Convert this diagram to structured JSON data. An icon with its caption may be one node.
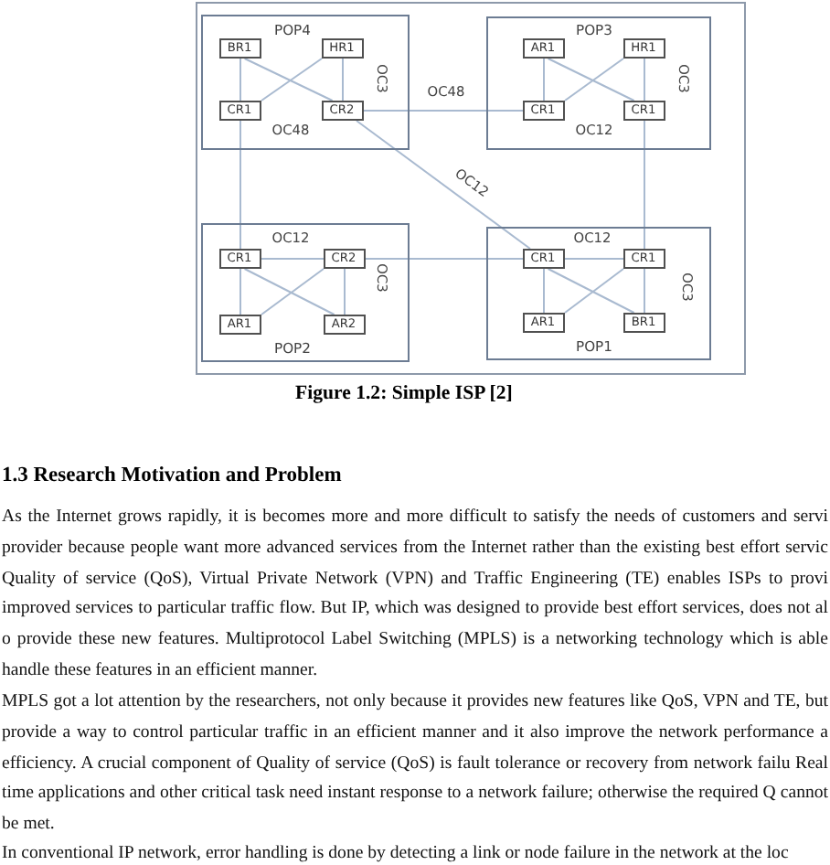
{
  "diagram": {
    "caption": "Figure 1.2: Simple ISP [2]",
    "nodes": [
      {
        "text": [
          "POP4"
        ]
      },
      {
        "text": [
          "BR1"
        ],
        "in": 0
      },
      {
        "text": [
          "HR1"
        ],
        "in": 0
      },
      {
        "text": [
          "CR1"
        ],
        "in": 0
      },
      {
        "text": [
          "CR2"
        ],
        "in": 0
      },
      {
        "text": [
          "POP3"
        ]
      },
      {
        "text": [
          "AR1"
        ],
        "in": 5
      },
      {
        "text": [
          "HR1"
        ],
        "in": 5
      },
      {
        "text": [
          "CR1"
        ],
        "in": 5
      },
      {
        "text": [
          "CR1"
        ],
        "in": 5
      },
      {
        "text": [
          "POP2"
        ]
      },
      {
        "text": [
          "CR1"
        ],
        "in": 10
      },
      {
        "text": [
          "CR2"
        ],
        "in": 10
      },
      {
        "text": [
          "AR1"
        ],
        "in": 10
      },
      {
        "text": [
          "AR2"
        ],
        "in": 10
      },
      {
        "text": [
          "POP1"
        ]
      },
      {
        "text": [
          "CR1"
        ],
        "in": 15
      },
      {
        "text": [
          "CR1"
        ],
        "in": 15
      },
      {
        "text": [
          "AR1"
        ],
        "in": 15
      },
      {
        "text": [
          "BR1"
        ],
        "in": 15
      }
    ],
    "edges": [
      {
        "from": 1,
        "to": 3,
        "arrow": "none"
      },
      {
        "from": 2,
        "to": 4,
        "arrow": "none"
      },
      {
        "from": 1,
        "to": 4,
        "arrow": "none"
      },
      {
        "from": 2,
        "to": 3,
        "arrow": "none"
      },
      {
        "from": 4,
        "to": 8,
        "arrow": "none",
        "label": "OC48"
      },
      {
        "from": 3,
        "to": 11,
        "arrow": "none"
      },
      {
        "from": 4,
        "to": 16,
        "arrow": "none",
        "label": "OC12"
      },
      {
        "from": 6,
        "to": 8,
        "arrow": "none"
      },
      {
        "from": 7,
        "to": 9,
        "arrow": "none"
      },
      {
        "from": 6,
        "to": 9,
        "arrow": "none"
      },
      {
        "from": 7,
        "to": 8,
        "arrow": "none"
      },
      {
        "from": 9,
        "to": 17,
        "arrow": "none"
      },
      {
        "from": 11,
        "to": 12,
        "arrow": "none",
        "label": "OC12"
      },
      {
        "from": 11,
        "to": 13,
        "arrow": "none"
      },
      {
        "from": 12,
        "to": 14,
        "arrow": "none"
      },
      {
        "from": 11,
        "to": 14,
        "arrow": "none"
      },
      {
        "from": 12,
        "to": 13,
        "arrow": "none"
      },
      {
        "from": 12,
        "to": 16,
        "arrow": "none"
      },
      {
        "from": 16,
        "to": 17,
        "arrow": "none",
        "label": "OC12"
      },
      {
        "from": 16,
        "to": 18,
        "arrow": "none"
      },
      {
        "from": 17,
        "to": 19,
        "arrow": "none"
      },
      {
        "from": 16,
        "to": 19,
        "arrow": "none"
      },
      {
        "from": 17,
        "to": 18,
        "arrow": "none"
      }
    ],
    "labels": [
      "OC3",
      "OC3",
      "OC48",
      "OC12",
      "OC3",
      "OC3",
      "1.3 Research Motivation and Problem",
      "As the Internet grows rapidly, it is becomes more and more difficult to satisfy the needs of customers and servi provider because people want more advanced services from the Internet rather than the existing best effort servic Quality of service (QoS), Virtual Private Network (VPN) and Traffic Engineering (TE) enables ISPs to provi improved services to particular traffic flow. But IP, which was designed to provide best effort services, does not al o provide these new features. Multiprotocol Label Switching (MPLS) is a networking technology which is able handle these features in an efficient manner.",
      "MPLS got a lot attention by the researchers, not only because it provides new features like QoS, VPN and TE, but provide a way to control particular traffic in an efficient manner and it also improve the network performance a efficiency. A crucial component of Quality of service (QoS) is fault tolerance or recovery from network failu Real time applications and other critical task need instant response to a network failure; otherwise the required Q cannot be met.",
      "In conventional IP network, error handling is done by detecting a link or node failure in the network at the loc"
    ]
  }
}
